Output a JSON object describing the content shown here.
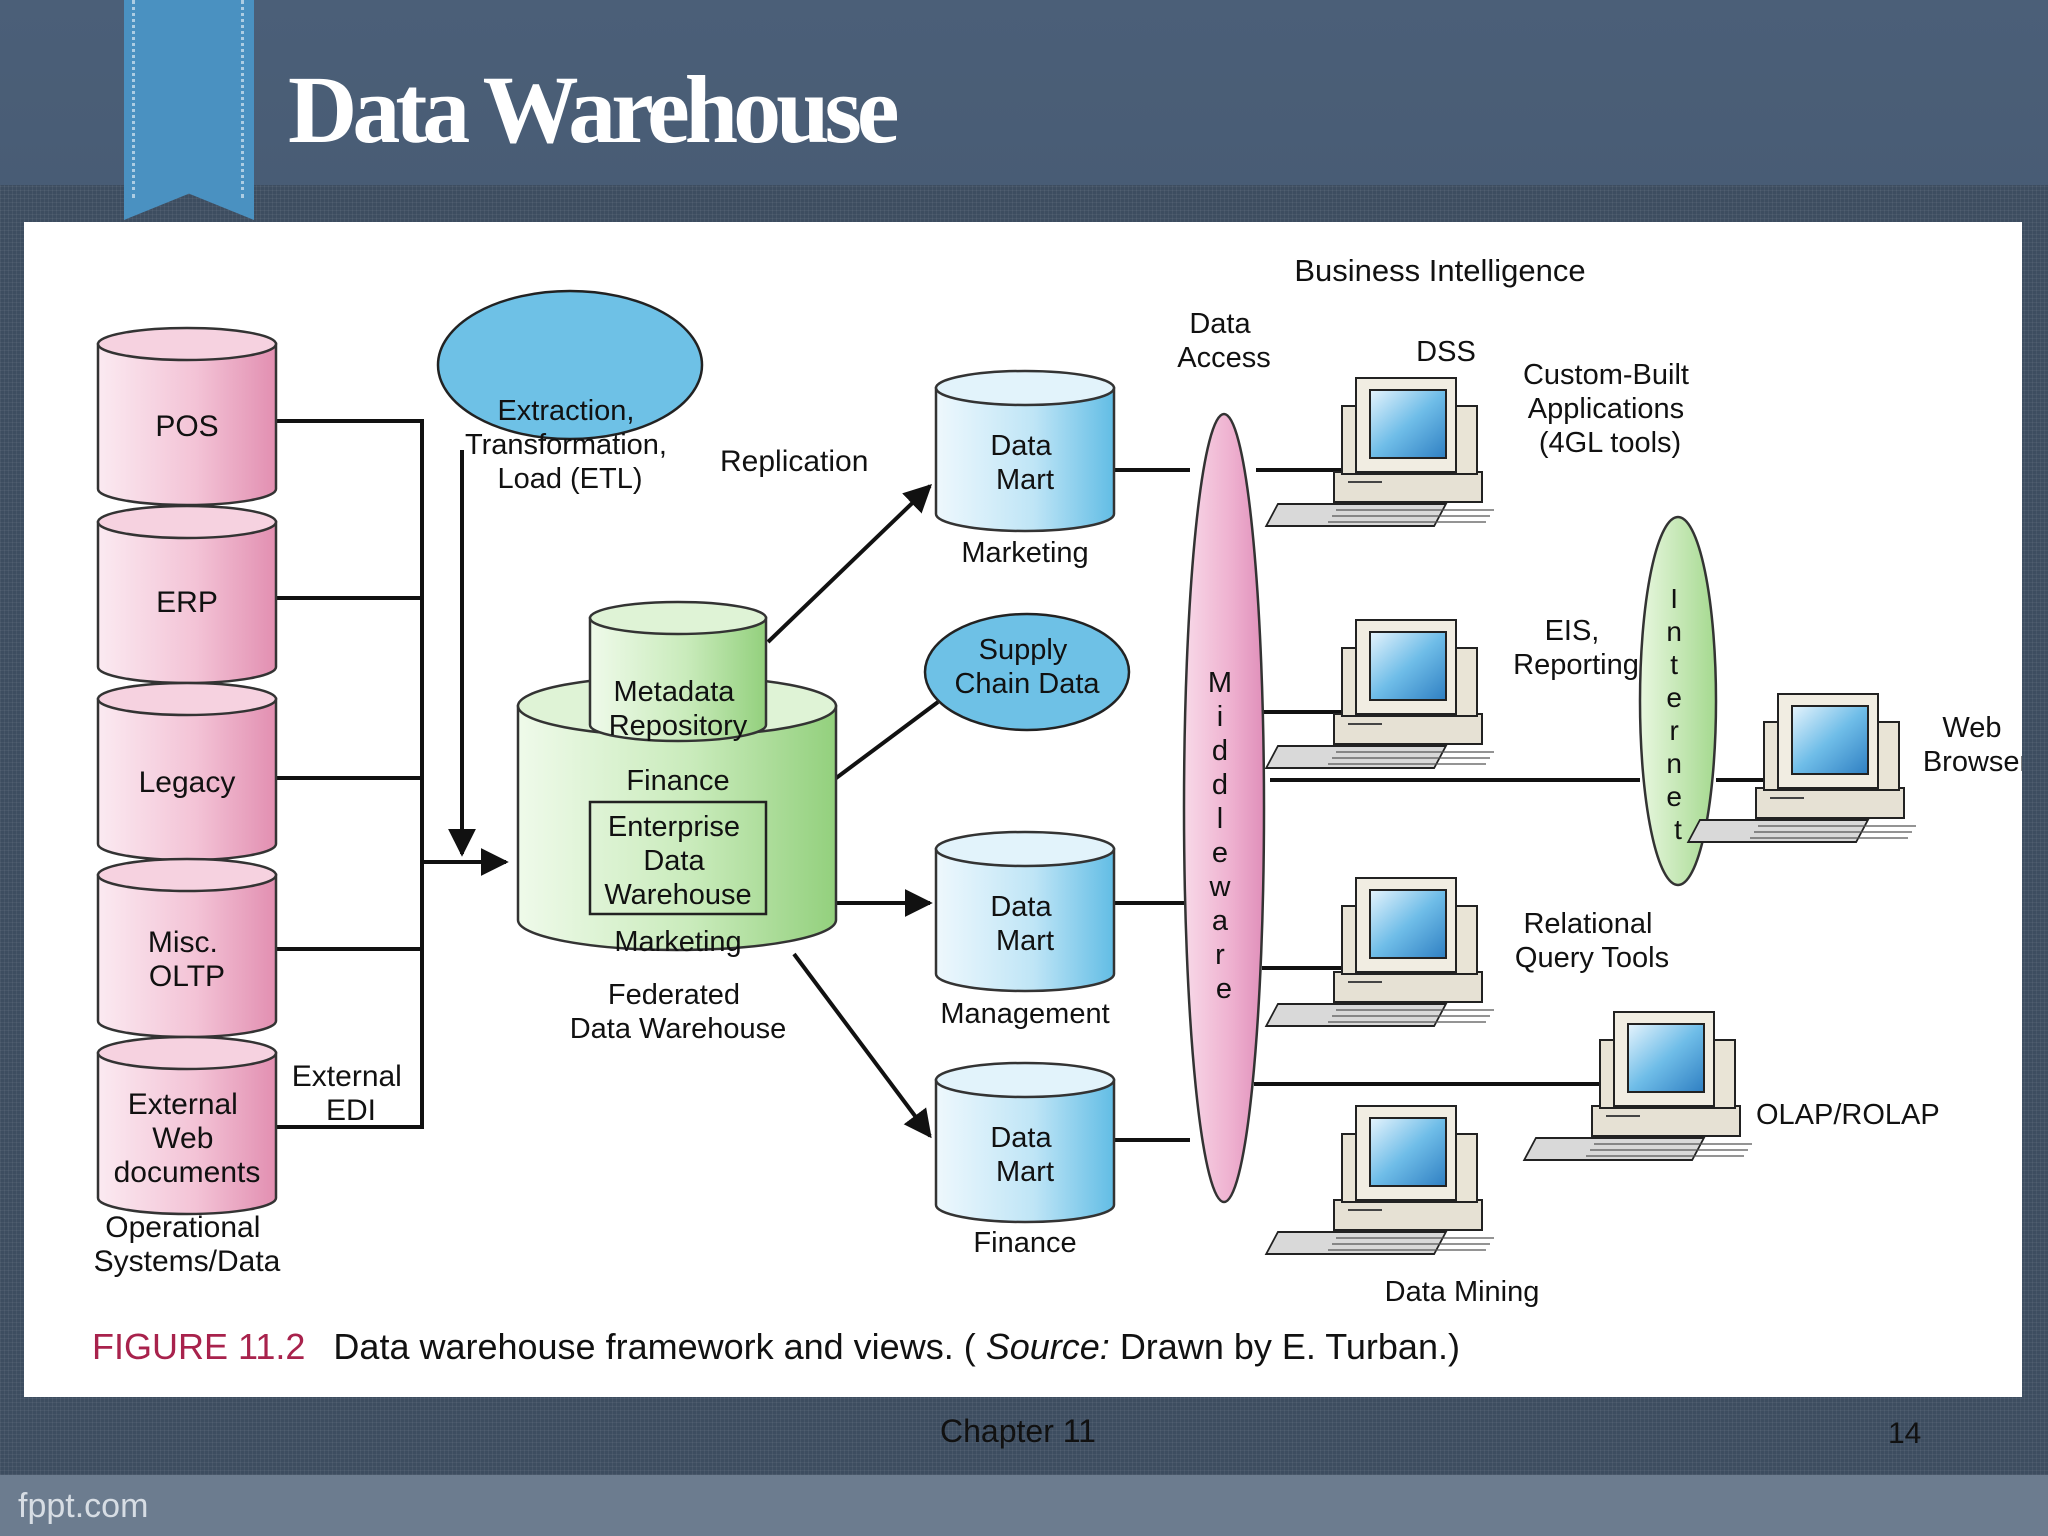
{
  "slide": {
    "title": "Data Warehouse",
    "footer_chapter": "Chapter 11",
    "page_number": "14",
    "watermark": "fppt.com"
  },
  "colors": {
    "background": "#3f536b",
    "ribbon": "#4a91c1",
    "source_fill": "#e8a7c2",
    "warehouse_fill": "#a9dc98",
    "mart_fill": "#8fd0ec",
    "process_fill": "#6ec1e6",
    "middleware_fill": "#eba6c8",
    "internet_fill": "#b9e3a4",
    "caption_label": "#a8224c"
  },
  "diagram": {
    "sources": [
      {
        "lines": [
          "POS"
        ]
      },
      {
        "lines": [
          "ERP"
        ]
      },
      {
        "lines": [
          "Legacy"
        ]
      },
      {
        "lines": [
          "Misc.",
          "OLTP"
        ]
      },
      {
        "lines": [
          "External",
          "Web",
          "documents"
        ]
      }
    ],
    "sources_caption": [
      "Operational",
      "Systems/Data"
    ],
    "external_edi": [
      "External",
      "EDI"
    ],
    "etl": [
      "Extraction,",
      "Transformation,",
      "Load (ETL)"
    ],
    "replication": "Replication",
    "metadata": [
      "Metadata",
      "Repository"
    ],
    "warehouse": {
      "top_label": "Finance",
      "core": [
        "Enterprise",
        "Data",
        "Warehouse"
      ],
      "bottom_label": "Marketing",
      "caption": [
        "Federated",
        "Data Warehouse"
      ]
    },
    "supply_chain": [
      "Supply",
      "Chain Data"
    ],
    "marts": [
      {
        "lines": [
          "Data",
          "Mart"
        ],
        "caption": "Marketing"
      },
      {
        "lines": [
          "Data",
          "Mart"
        ],
        "caption": "Management"
      },
      {
        "lines": [
          "Data",
          "Mart"
        ],
        "caption": "Finance"
      }
    ],
    "data_access": [
      "Data",
      "Access"
    ],
    "middleware": [
      "M",
      "i",
      "d",
      "d",
      "l",
      "e",
      "w",
      "a",
      "r",
      "e"
    ],
    "internet": [
      "I",
      "n",
      "t",
      "e",
      "r",
      "n",
      "e",
      "t"
    ],
    "business_intelligence": "Business Intelligence",
    "tools": {
      "dss": "DSS",
      "custom": [
        "Custom-Built",
        "Applications",
        "(4GL tools)"
      ],
      "eis": [
        "EIS,",
        "Reporting"
      ],
      "web_browser": [
        "Web",
        "Browser"
      ],
      "relational": [
        "Relational",
        "Query Tools"
      ],
      "olap": "OLAP/ROLAP",
      "data_mining": "Data Mining"
    }
  },
  "caption": {
    "label": "FIGURE 11.2",
    "text": "Data warehouse framework and views. (",
    "source_word": "Source:",
    "source_rest": " Drawn by E. Turban.)"
  }
}
